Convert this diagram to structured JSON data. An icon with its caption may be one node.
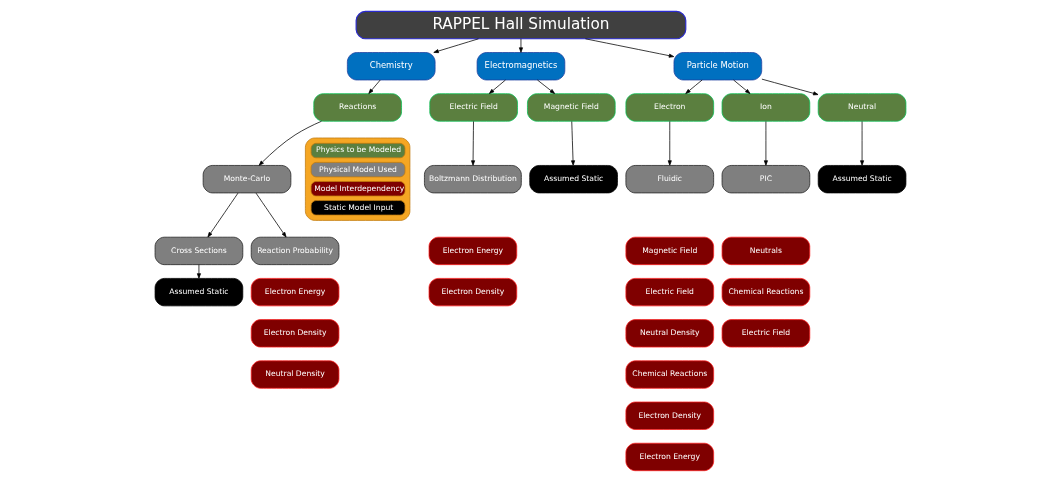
{
  "diagram": {
    "nodes": [
      {
        "text": [
          "RAPPEL Hall Simulation"
        ]
      },
      {
        "text": [
          "Chemistry"
        ]
      },
      {
        "text": [
          "Electromagnetics"
        ]
      },
      {
        "text": [
          "Particle Motion"
        ]
      },
      {
        "text": [
          "Reactions"
        ]
      },
      {
        "text": [
          "Electric Field"
        ]
      },
      {
        "text": [
          "Magnetic Field"
        ]
      },
      {
        "text": [
          "Electron"
        ]
      },
      {
        "text": [
          "Ion"
        ]
      },
      {
        "text": [
          "Neutral"
        ]
      },
      {
        "text": [
          "Monte-Carlo"
        ]
      },
      {
        "text": [
          "Boltzmann Distribution"
        ]
      },
      {
        "text": [
          "Assumed Static"
        ]
      },
      {
        "text": [
          "Fluidic"
        ]
      },
      {
        "text": [
          "PIC"
        ]
      },
      {
        "text": [
          "Assumed Static"
        ]
      },
      {
        "text": [
          "Cross Sections"
        ]
      },
      {
        "text": [
          "Reaction Probability"
        ]
      },
      {
        "text": [
          "Assumed Static"
        ]
      },
      {
        "text": [
          "Electron Energy"
        ]
      },
      {
        "text": [
          "Electron Density"
        ]
      },
      {
        "text": [
          "Neutral Density"
        ]
      },
      {
        "text": [
          "Electron Energy"
        ]
      },
      {
        "text": [
          "Electron Density"
        ]
      },
      {
        "text": [
          "Magnetic Field"
        ]
      },
      {
        "text": [
          "Electric Field"
        ]
      },
      {
        "text": [
          "Neutral Density"
        ]
      },
      {
        "text": [
          "Chemical Reactions"
        ]
      },
      {
        "text": [
          "Electron Density"
        ]
      },
      {
        "text": [
          "Electron Energy"
        ]
      },
      {
        "text": [
          "Neutrals"
        ]
      },
      {
        "text": [
          "Chemical Reactions"
        ]
      },
      {
        "text": [
          "Electric Field"
        ]
      }
    ],
    "edges": [
      {
        "from": 0,
        "to": 1,
        "arrow": "to"
      },
      {
        "from": 0,
        "to": 2,
        "arrow": "to"
      },
      {
        "from": 0,
        "to": 3,
        "arrow": "to"
      },
      {
        "from": 1,
        "to": 4,
        "arrow": "to"
      },
      {
        "from": 2,
        "to": 5,
        "arrow": "to"
      },
      {
        "from": 2,
        "to": 6,
        "arrow": "to"
      },
      {
        "from": 3,
        "to": 7,
        "arrow": "to"
      },
      {
        "from": 3,
        "to": 8,
        "arrow": "to"
      },
      {
        "from": 3,
        "to": 9,
        "arrow": "to"
      },
      {
        "from": 4,
        "to": 10,
        "arrow": "to"
      },
      {
        "from": 5,
        "to": 11,
        "arrow": "to"
      },
      {
        "from": 6,
        "to": 12,
        "arrow": "to"
      },
      {
        "from": 7,
        "to": 13,
        "arrow": "to"
      },
      {
        "from": 8,
        "to": 14,
        "arrow": "to"
      },
      {
        "from": 9,
        "to": 15,
        "arrow": "to"
      },
      {
        "from": 10,
        "to": 16,
        "arrow": "to"
      },
      {
        "from": 10,
        "to": 17,
        "arrow": "to"
      },
      {
        "from": 16,
        "to": 18,
        "arrow": "to"
      }
    ],
    "legend": [
      {
        "text": "Physics to be Modeled",
        "color": "#5b7f3f"
      },
      {
        "text": "Physical Model Used",
        "color": "#7f7f7f"
      },
      {
        "text": "Model Interdependency",
        "color": "#7f0000"
      },
      {
        "text": "Static Model Input",
        "color": "#000000"
      }
    ]
  }
}
